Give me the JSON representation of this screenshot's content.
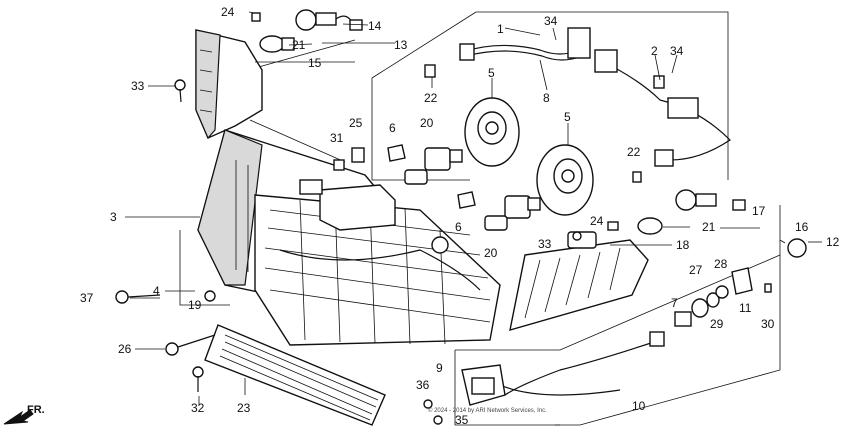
{
  "callouts": {
    "c1": "1",
    "c2": "2",
    "c3": "3",
    "c4": "4",
    "c5a": "5",
    "c5b": "5",
    "c6a": "6",
    "c6b": "6",
    "c7": "7",
    "c8": "8",
    "c9": "9",
    "c10": "10",
    "c11": "11",
    "c12": "12",
    "c13": "13",
    "c14": "14",
    "c15": "15",
    "c16": "16",
    "c17": "17",
    "c18": "18",
    "c19": "19",
    "c20a": "20",
    "c20b": "20",
    "c21a": "21",
    "c21b": "21",
    "c22a": "22",
    "c22b": "22",
    "c23": "23",
    "c24a": "24",
    "c24b": "24",
    "c25": "25",
    "c26": "26",
    "c27": "27",
    "c28": "28",
    "c29": "29",
    "c30": "30",
    "c31": "31",
    "c32": "32",
    "c33a": "33",
    "c33b": "33",
    "c34a": "34",
    "c34b": "34",
    "c35": "35",
    "c36": "36",
    "c37": "37"
  },
  "direction_label": "FR.",
  "copyright": "© 2024 - 2014 by ARI Network Services, Inc."
}
